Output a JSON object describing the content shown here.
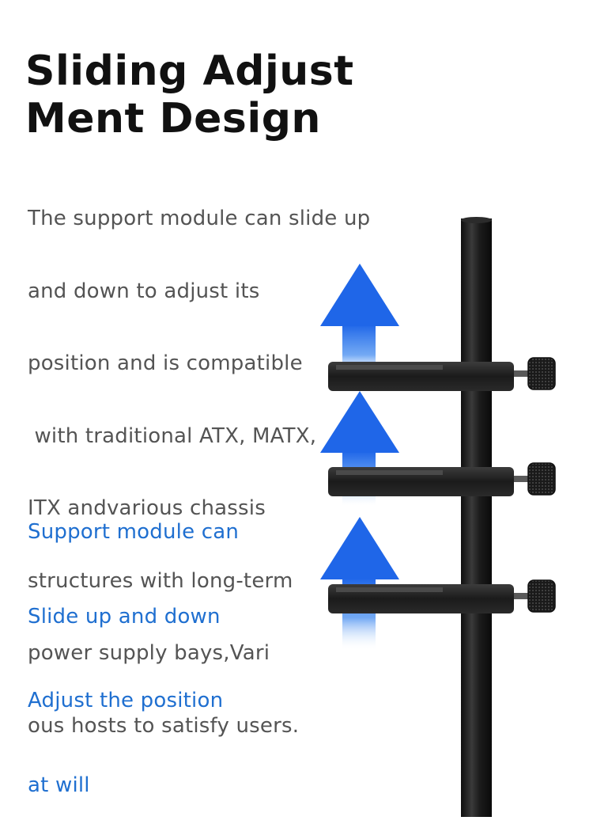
{
  "headline": {
    "lines": [
      "Sliding Adjust",
      "Ment Design"
    ]
  },
  "description": {
    "lines": [
      "The support module can slide up",
      "and down to adjust its",
      "position and is compatible",
      " with traditional ATX, MATX,",
      "ITX andvarious chassis",
      "structures with long-term",
      "power supply bays,Vari",
      "ous hosts to satisfy users."
    ]
  },
  "callout": {
    "lines": [
      "Support module can",
      "Slide up and down",
      "Adjust the position",
      "at will"
    ]
  },
  "colors": {
    "headline": "#111111",
    "description": "#545454",
    "callout": "#1f6fd0",
    "arrow": "#1f6fe6",
    "pole": "#1e1e1e"
  },
  "icons": {
    "arrow": "up-arrow-icon",
    "knob": "thumb-screw-knob-icon"
  }
}
